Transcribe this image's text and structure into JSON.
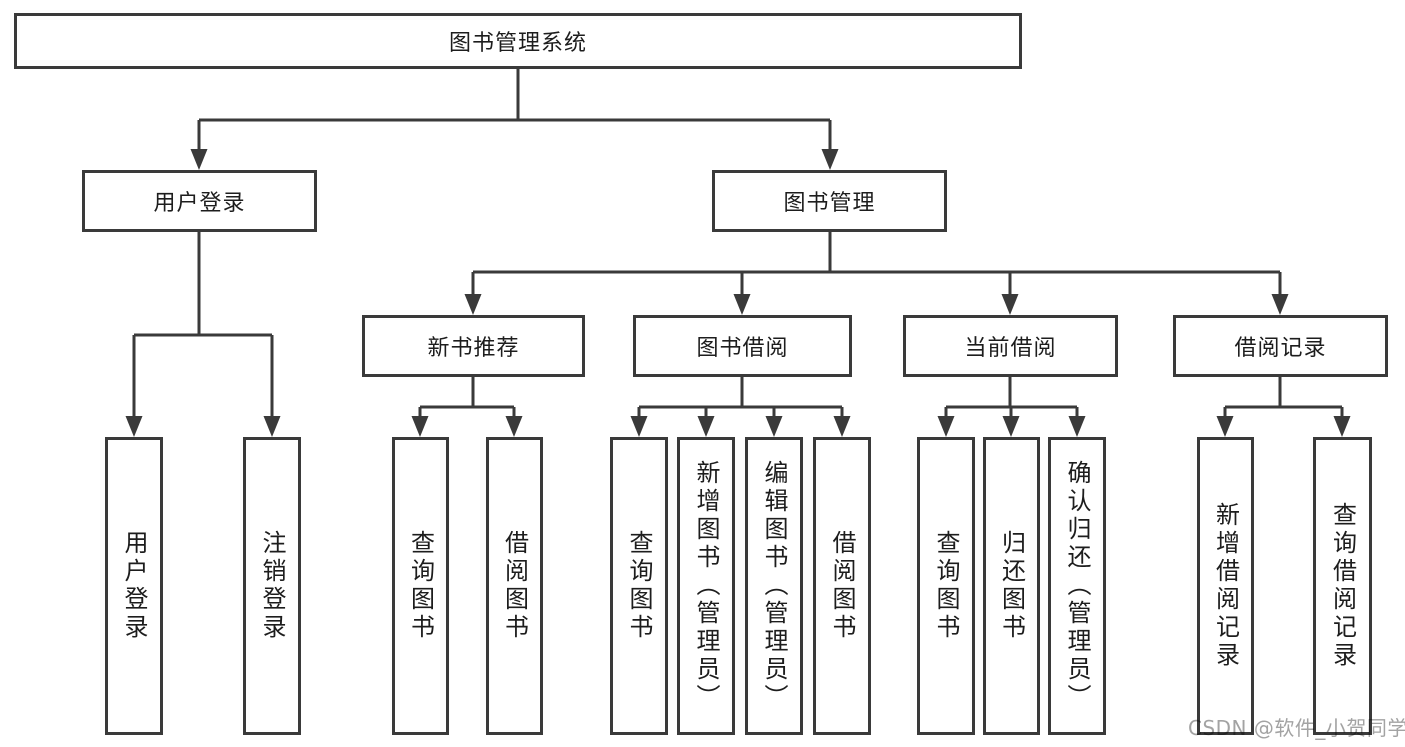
{
  "colors": {
    "line": "#3a3a3a",
    "text": "#1d1d1d",
    "watermark": "#a3a3a3",
    "background": "#ffffff"
  },
  "watermark": {
    "text": "CSDN @软件_小贺同学"
  },
  "tree": {
    "label": "图书管理系统",
    "children": [
      {
        "label": "用户登录",
        "children": [
          {
            "label": "用户登录"
          },
          {
            "label": "注销登录"
          }
        ]
      },
      {
        "label": "图书管理",
        "children": [
          {
            "label": "新书推荐",
            "children": [
              {
                "label": "查询图书"
              },
              {
                "label": "借阅图书"
              }
            ]
          },
          {
            "label": "图书借阅",
            "children": [
              {
                "label": "查询图书"
              },
              {
                "label": "新增图书（管理员）"
              },
              {
                "label": "编辑图书（管理员）"
              },
              {
                "label": "借阅图书"
              }
            ]
          },
          {
            "label": "当前借阅",
            "children": [
              {
                "label": "查询图书"
              },
              {
                "label": "归还图书"
              },
              {
                "label": "确认归还（管理员）"
              }
            ]
          },
          {
            "label": "借阅记录",
            "children": [
              {
                "label": "新增借阅记录"
              },
              {
                "label": "查询借阅记录"
              }
            ]
          }
        ]
      }
    ]
  }
}
